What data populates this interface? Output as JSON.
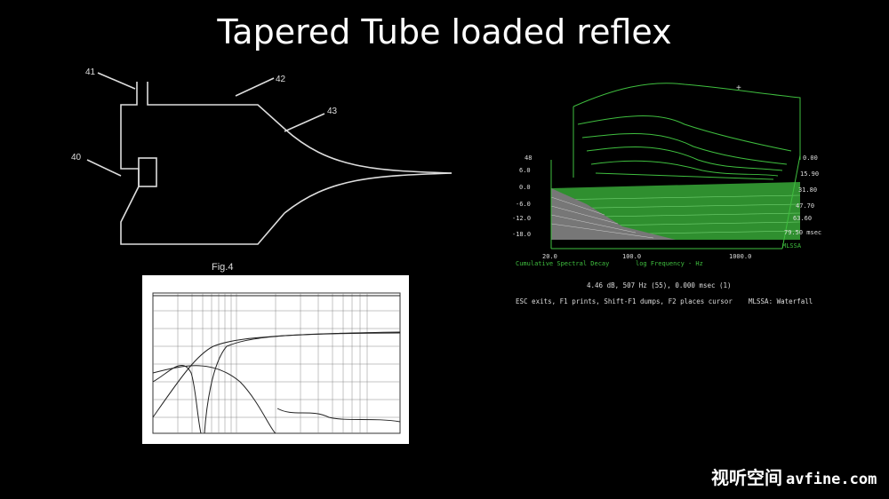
{
  "title": "Tapered Tube loaded reflex",
  "patent": {
    "labels": [
      "41",
      "42",
      "43",
      "40"
    ],
    "fig_label": "Fig.4"
  },
  "waterfall": {
    "y_ticks": [
      "48",
      "6.0",
      "0.0",
      "-6.0",
      "-12.0",
      "-18.0"
    ],
    "time_ticks": [
      "0.00",
      "15.90",
      "31.80",
      "47.70",
      "63.60",
      "79.50 msec"
    ],
    "x_ticks": [
      "20.0",
      "100.0",
      "1000.0"
    ],
    "chart_label": "Cumulative Spectral Decay",
    "x_label": "log Frequency - Hz",
    "brand": "MLSSA",
    "readout": "4.46 dB, 507 Hz (55), 0.000 msec (1)",
    "help": "ESC exits, F1 prints, Shift-F1 dumps, F2 places cursor",
    "mode": "MLSSA: Waterfall",
    "accent": "#3fbf3f"
  },
  "watermark": {
    "cn": "视听空间",
    "domain": "avfine.com"
  }
}
